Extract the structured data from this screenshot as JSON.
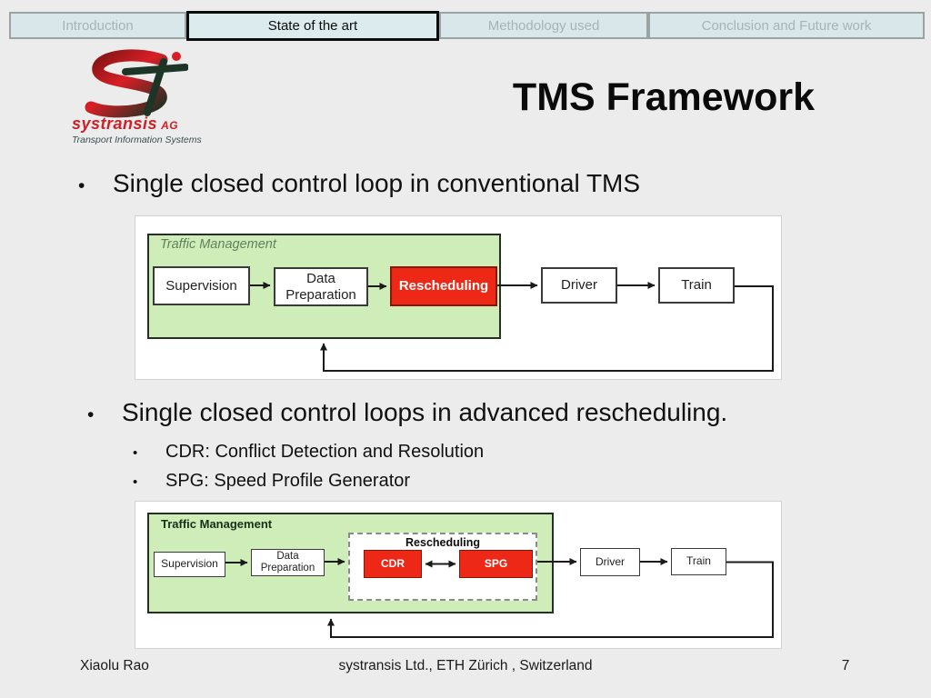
{
  "nav": {
    "tabs": [
      {
        "label": "Introduction",
        "active": false
      },
      {
        "label": "State of the art",
        "active": true
      },
      {
        "label": "Methodology used",
        "active": false
      },
      {
        "label": "Conclusion and Future work",
        "active": false
      }
    ]
  },
  "logo": {
    "brand": "systransis",
    "suffix": "AG",
    "tagline": "Transport Information Systems"
  },
  "slide": {
    "title": "TMS Framework",
    "bullet_char": "•",
    "bullets": [
      {
        "text": "Single closed control loop in conventional TMS"
      },
      {
        "text": "Single closed control loops in advanced rescheduling.",
        "sub": [
          "CDR: Conflict Detection and Resolution",
          "SPG: Speed Profile Generator"
        ]
      }
    ]
  },
  "diagram_conventional": {
    "group_label": "Traffic Management",
    "supervision": "Supervision",
    "data_preparation": "Data Preparation",
    "rescheduling": "Rescheduling",
    "driver": "Driver",
    "train": "Train"
  },
  "diagram_advanced": {
    "group_label": "Traffic Management",
    "rescheduling_label": "Rescheduling",
    "supervision": "Supervision",
    "data_preparation": "Data Preparation",
    "cdr": "CDR",
    "spg": "SPG",
    "driver": "Driver",
    "train": "Train"
  },
  "footer": {
    "author": "Xiaolu Rao",
    "affiliation": "systransis Ltd., ETH Zürich , Switzerland",
    "page_number": "7"
  },
  "colors": {
    "slide_background": "#ececec",
    "tab_background": "#d9e7ea",
    "diagram_green_fill": "#cfedb9",
    "accent_red": "#ee2817",
    "logo_red": "#cc2128",
    "logo_dark_green": "#1c3526"
  }
}
